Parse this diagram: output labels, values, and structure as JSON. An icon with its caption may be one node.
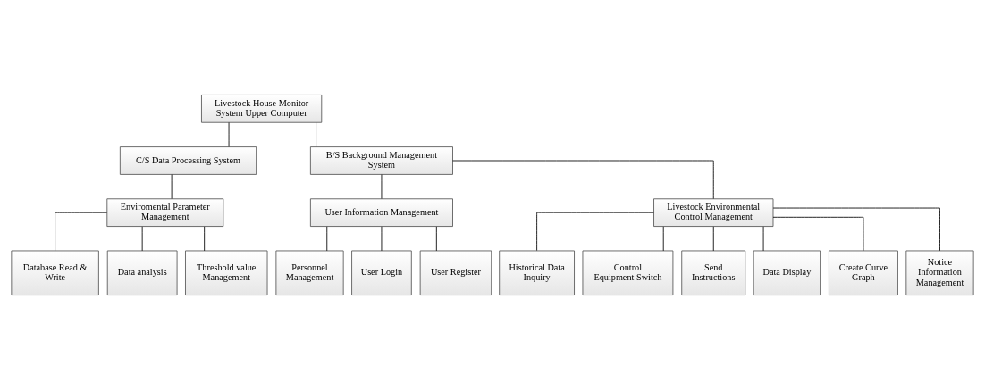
{
  "diagram": {
    "nodes": [
      {
        "text": [
          "Livestock House Monitor System Upper Computer"
        ]
      },
      {
        "text": [
          "C/S Data Processing System"
        ]
      },
      {
        "text": [
          "B/S Background Management System"
        ]
      },
      {
        "text": [
          "Enviromental Parameter Management"
        ]
      },
      {
        "text": [
          "User Information Management"
        ]
      },
      {
        "text": [
          "Livestock Environmental Control Management"
        ]
      },
      {
        "text": [
          "Database Read & Write"
        ]
      },
      {
        "text": [
          "Data analysis"
        ]
      },
      {
        "text": [
          "Threshold value Management"
        ]
      },
      {
        "text": [
          "Personnel Management"
        ]
      },
      {
        "text": [
          "User Login"
        ]
      },
      {
        "text": [
          "User Register"
        ]
      },
      {
        "text": [
          "Historical Data Inquiry"
        ]
      },
      {
        "text": [
          "Control Equipment Switch"
        ]
      },
      {
        "text": [
          "Send Instructions"
        ]
      },
      {
        "text": [
          "Data Display"
        ]
      },
      {
        "text": [
          "Create Curve Graph"
        ]
      },
      {
        "text": [
          "Notice Information Management"
        ]
      }
    ],
    "edges": [
      {
        "from": 0,
        "to": 1,
        "arrow": "none"
      },
      {
        "from": 0,
        "to": 2,
        "arrow": "none"
      },
      {
        "from": 1,
        "to": 3,
        "arrow": "none"
      },
      {
        "from": 2,
        "to": 4,
        "arrow": "none"
      },
      {
        "from": 2,
        "to": 5,
        "arrow": "none"
      },
      {
        "from": 3,
        "to": 6,
        "arrow": "none"
      },
      {
        "from": 3,
        "to": 7,
        "arrow": "none"
      },
      {
        "from": 3,
        "to": 8,
        "arrow": "none"
      },
      {
        "from": 4,
        "to": 9,
        "arrow": "none"
      },
      {
        "from": 4,
        "to": 10,
        "arrow": "none"
      },
      {
        "from": 4,
        "to": 11,
        "arrow": "none"
      },
      {
        "from": 5,
        "to": 12,
        "arrow": "none"
      },
      {
        "from": 5,
        "to": 13,
        "arrow": "none"
      },
      {
        "from": 5,
        "to": 14,
        "arrow": "none"
      },
      {
        "from": 5,
        "to": 15,
        "arrow": "none"
      },
      {
        "from": 5,
        "to": 16,
        "arrow": "none"
      },
      {
        "from": 5,
        "to": 17,
        "arrow": "none"
      }
    ]
  }
}
